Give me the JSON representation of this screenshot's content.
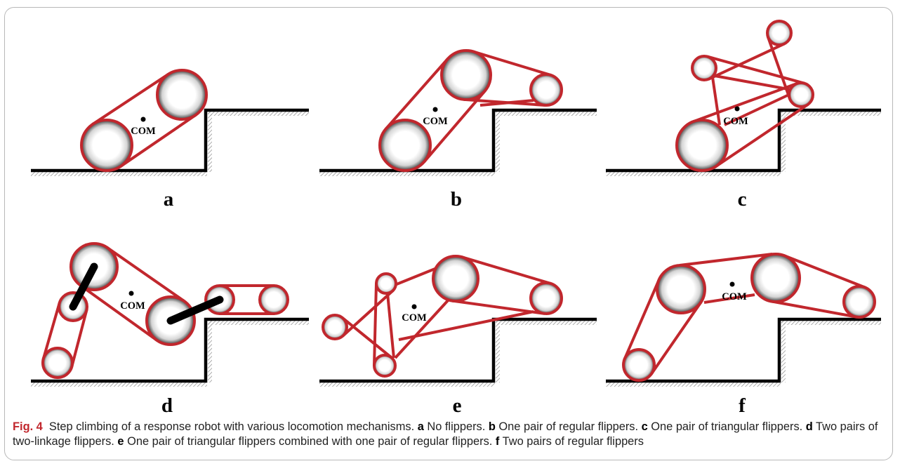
{
  "figure": {
    "com_label": "COM",
    "panels": [
      {
        "letter": "a"
      },
      {
        "letter": "b"
      },
      {
        "letter": "c"
      },
      {
        "letter": "d"
      },
      {
        "letter": "e"
      },
      {
        "letter": "f"
      }
    ],
    "colors": {
      "belt": "#c1272d",
      "ground": "#000000",
      "hatch": "#8a8a8a",
      "fig_label": "#c1272d"
    }
  },
  "caption": {
    "fig_label": "Fig. 4",
    "intro": "Step climbing of a response robot with various locomotion mechanisms.",
    "items": [
      {
        "letter": "a",
        "text": "No flippers."
      },
      {
        "letter": "b",
        "text": "One pair of regular flippers."
      },
      {
        "letter": "c",
        "text": "One pair of triangular flippers."
      },
      {
        "letter": "d",
        "text": "Two pairs of two-linkage flippers."
      },
      {
        "letter": "e",
        "text": "One pair of triangular flippers combined with one pair of regular flippers."
      },
      {
        "letter": "f",
        "text": "Two pairs of regular flippers"
      }
    ]
  }
}
